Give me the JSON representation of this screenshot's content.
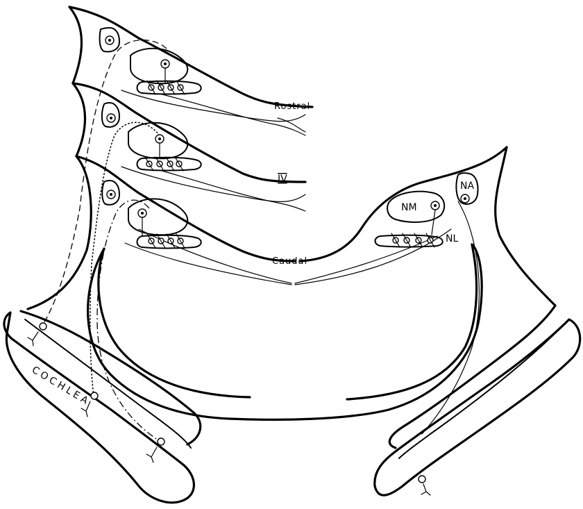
{
  "labels": {
    "rostral": "Rostral",
    "section_iv": "IV",
    "caudal": "Caudal",
    "nm": "NM",
    "nl": "NL",
    "na": "NA",
    "cochlea": "COCHLEA"
  },
  "colors": {
    "ink": "#000000",
    "background": "#ffffff"
  }
}
